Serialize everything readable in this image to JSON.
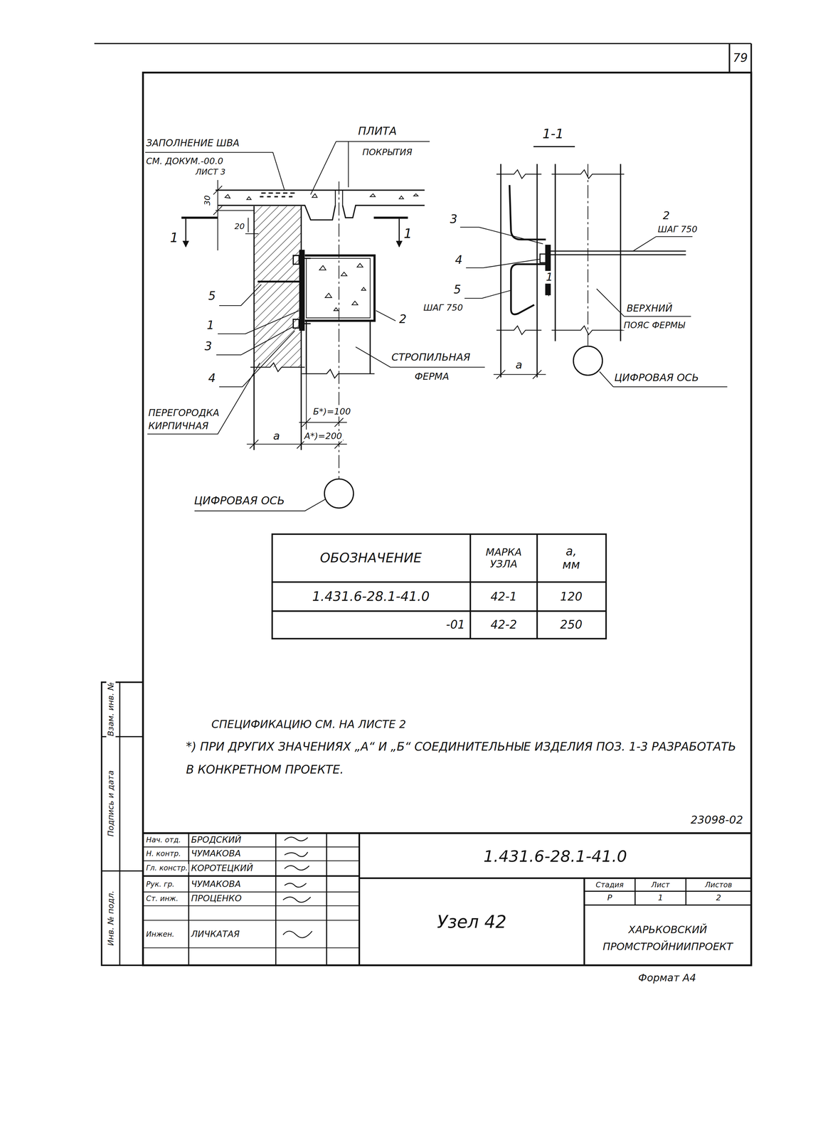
{
  "diagram": {
    "labels": [
      "79",
      "ЗАПОЛНЕНИЕ ШВА",
      "СМ. ДОКУМ.-00.0",
      "ЛИСТ 3",
      "ПЛИТА",
      "ПОКРЫТИЯ",
      "30",
      "20",
      "1",
      "1",
      "5",
      "1",
      "3",
      "4",
      "2",
      "СТРОПИЛЬНАЯ",
      "ФЕРМА",
      "ПЕРЕГОРОДКА",
      "КИРПИЧНАЯ",
      "Б*)=100",
      "a",
      "А*)=200",
      "ЦИФРОВАЯ ОСЬ",
      "1-1",
      "3",
      "2",
      "ШАГ 750",
      "4",
      "5",
      "ШАГ 750",
      "1",
      "ВЕРХНИЙ",
      "ПОЯС ФЕРМЫ",
      "a",
      "ЦИФРОВАЯ ОСЬ",
      "ОБОЗНАЧЕНИЕ",
      "МАРКА УЗЛА",
      "a, мм",
      "1.431.6-28.1-41.0",
      "42-1",
      "120",
      "-01",
      "42-2",
      "250",
      "СПЕЦИФИКАЦИЮ СМ. НА ЛИСТЕ 2",
      "*) ПРИ ДРУГИХ ЗНАЧЕНИЯХ „А“ И „Б“ СОЕДИНИТЕЛЬНЫЕ ИЗДЕЛИЯ ПОЗ. 1-3 РАЗРАБОТАТЬ В КОНКРЕТНОМ ПРОЕКТЕ.",
      "23098-02",
      "Нач. отд.",
      "БРОДСКИЙ",
      "Н. контр.",
      "ЧУМАКОВА",
      "Гл. констр.",
      "КОРОТЕЦКИЙ",
      "Рук. гр.",
      "ЧУМАКОВА",
      "Ст. инж.",
      "ПРОЦЕНКО",
      "Инжен.",
      "ЛИЧКАТАЯ",
      "1.431.6-28.1-41.0",
      "Узел 42",
      "Стадия",
      "Лист",
      "Листов",
      "Р",
      "1",
      "2",
      "ХАРЬКОВСКИЙ",
      "ПРОМСТРОЙНИИПРОЕКТ",
      "Формат А4",
      "Инв. № подл.",
      "Подпись и дата",
      "Взам. инв. №"
    ]
  }
}
